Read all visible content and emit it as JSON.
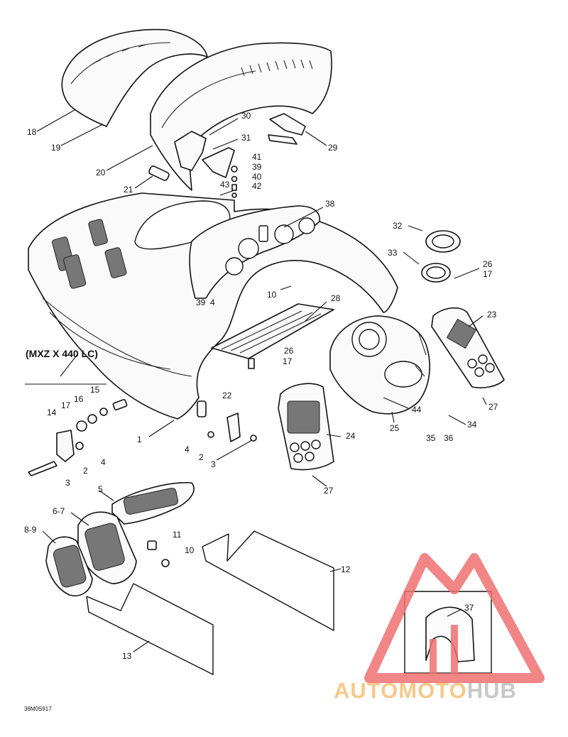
{
  "model_label": "(MXZ X 440 LC)",
  "drawing_code": "38M0S917",
  "watermark": {
    "part1": "AUTOMOTO",
    "part2": "HUB",
    "color_triangle": "#f07070",
    "color_text_1": "#f5c98a",
    "color_text_2": "#c8c8c8"
  },
  "callouts": [
    {
      "id": "c18",
      "text": "18"
    },
    {
      "id": "c19",
      "text": "19"
    },
    {
      "id": "c20",
      "text": "20"
    },
    {
      "id": "c21",
      "text": "21"
    },
    {
      "id": "c30",
      "text": "30"
    },
    {
      "id": "c31",
      "text": "31"
    },
    {
      "id": "c29",
      "text": "29"
    },
    {
      "id": "c41",
      "text": "41"
    },
    {
      "id": "c39a",
      "text": "39"
    },
    {
      "id": "c40",
      "text": "40"
    },
    {
      "id": "c43",
      "text": "43"
    },
    {
      "id": "c42",
      "text": "42"
    },
    {
      "id": "c38",
      "text": "38"
    },
    {
      "id": "c32",
      "text": "32"
    },
    {
      "id": "c33",
      "text": "33"
    },
    {
      "id": "c26a",
      "text": "26"
    },
    {
      "id": "c17a",
      "text": "17"
    },
    {
      "id": "c23",
      "text": "23"
    },
    {
      "id": "c10a",
      "text": "10"
    },
    {
      "id": "c39b",
      "text": "39"
    },
    {
      "id": "c4a",
      "text": "4"
    },
    {
      "id": "c28",
      "text": "28"
    },
    {
      "id": "c26b",
      "text": "26"
    },
    {
      "id": "c17b",
      "text": "17"
    },
    {
      "id": "c22",
      "text": "22"
    },
    {
      "id": "c44",
      "text": "44"
    },
    {
      "id": "c25",
      "text": "25"
    },
    {
      "id": "c27a",
      "text": "27"
    },
    {
      "id": "c34",
      "text": "34"
    },
    {
      "id": "c35",
      "text": "35"
    },
    {
      "id": "c36",
      "text": "36"
    },
    {
      "id": "c24",
      "text": "24"
    },
    {
      "id": "c27b",
      "text": "27"
    },
    {
      "id": "c15",
      "text": "15"
    },
    {
      "id": "c16",
      "text": "16"
    },
    {
      "id": "c17c",
      "text": "17"
    },
    {
      "id": "c14",
      "text": "14"
    },
    {
      "id": "c2a",
      "text": "2"
    },
    {
      "id": "c4b",
      "text": "4"
    },
    {
      "id": "c3a",
      "text": "3"
    },
    {
      "id": "c1",
      "text": "1"
    },
    {
      "id": "c4c",
      "text": "4"
    },
    {
      "id": "c2b",
      "text": "2"
    },
    {
      "id": "c3b",
      "text": "3"
    },
    {
      "id": "c5",
      "text": "5"
    },
    {
      "id": "c67",
      "text": "6-7"
    },
    {
      "id": "c89",
      "text": "8-9"
    },
    {
      "id": "c11",
      "text": "11"
    },
    {
      "id": "c10b",
      "text": "10"
    },
    {
      "id": "c12",
      "text": "12"
    },
    {
      "id": "c13",
      "text": "13"
    },
    {
      "id": "c37",
      "text": "37"
    }
  ]
}
